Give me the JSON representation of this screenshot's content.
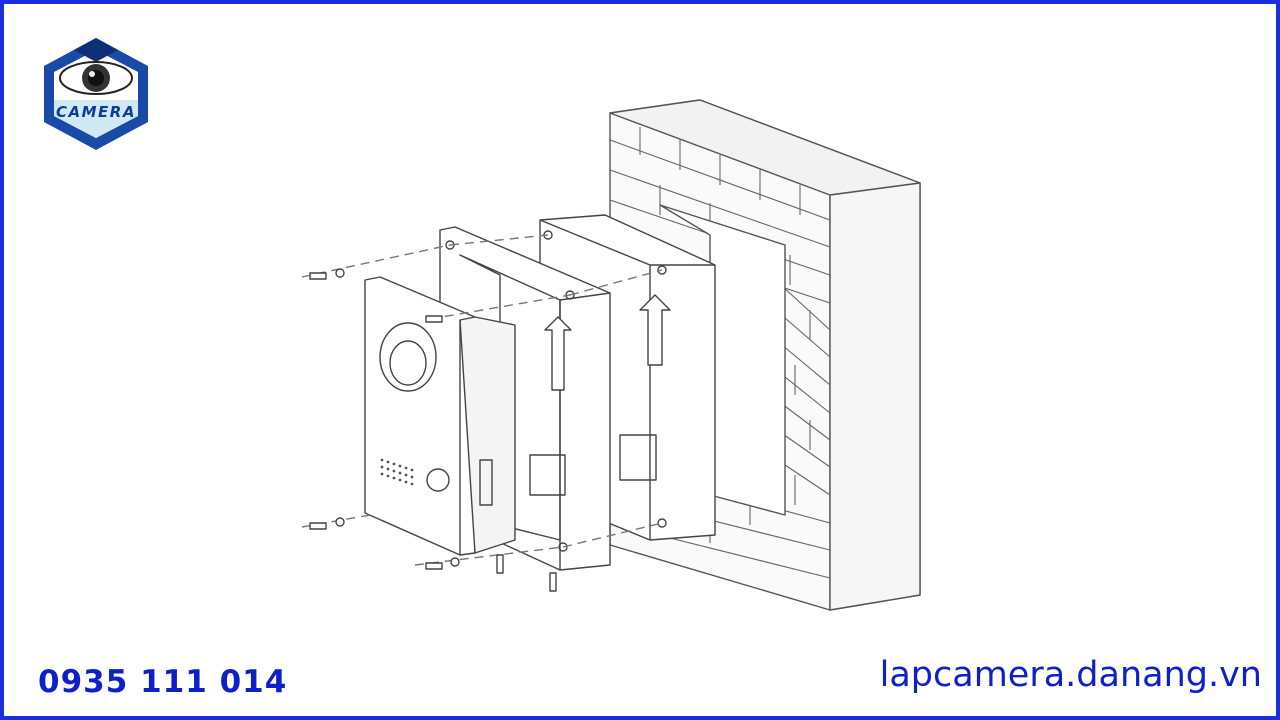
{
  "brand": {
    "logo_text": "CAMERA",
    "logo_icon": "camera-eye-icon"
  },
  "footer": {
    "phone": "0935 111 014",
    "website": "lapcamera.danang.vn"
  },
  "colors": {
    "frame": "#1b2fe0",
    "text": "#1020c8",
    "logo": "#0b3d91"
  }
}
